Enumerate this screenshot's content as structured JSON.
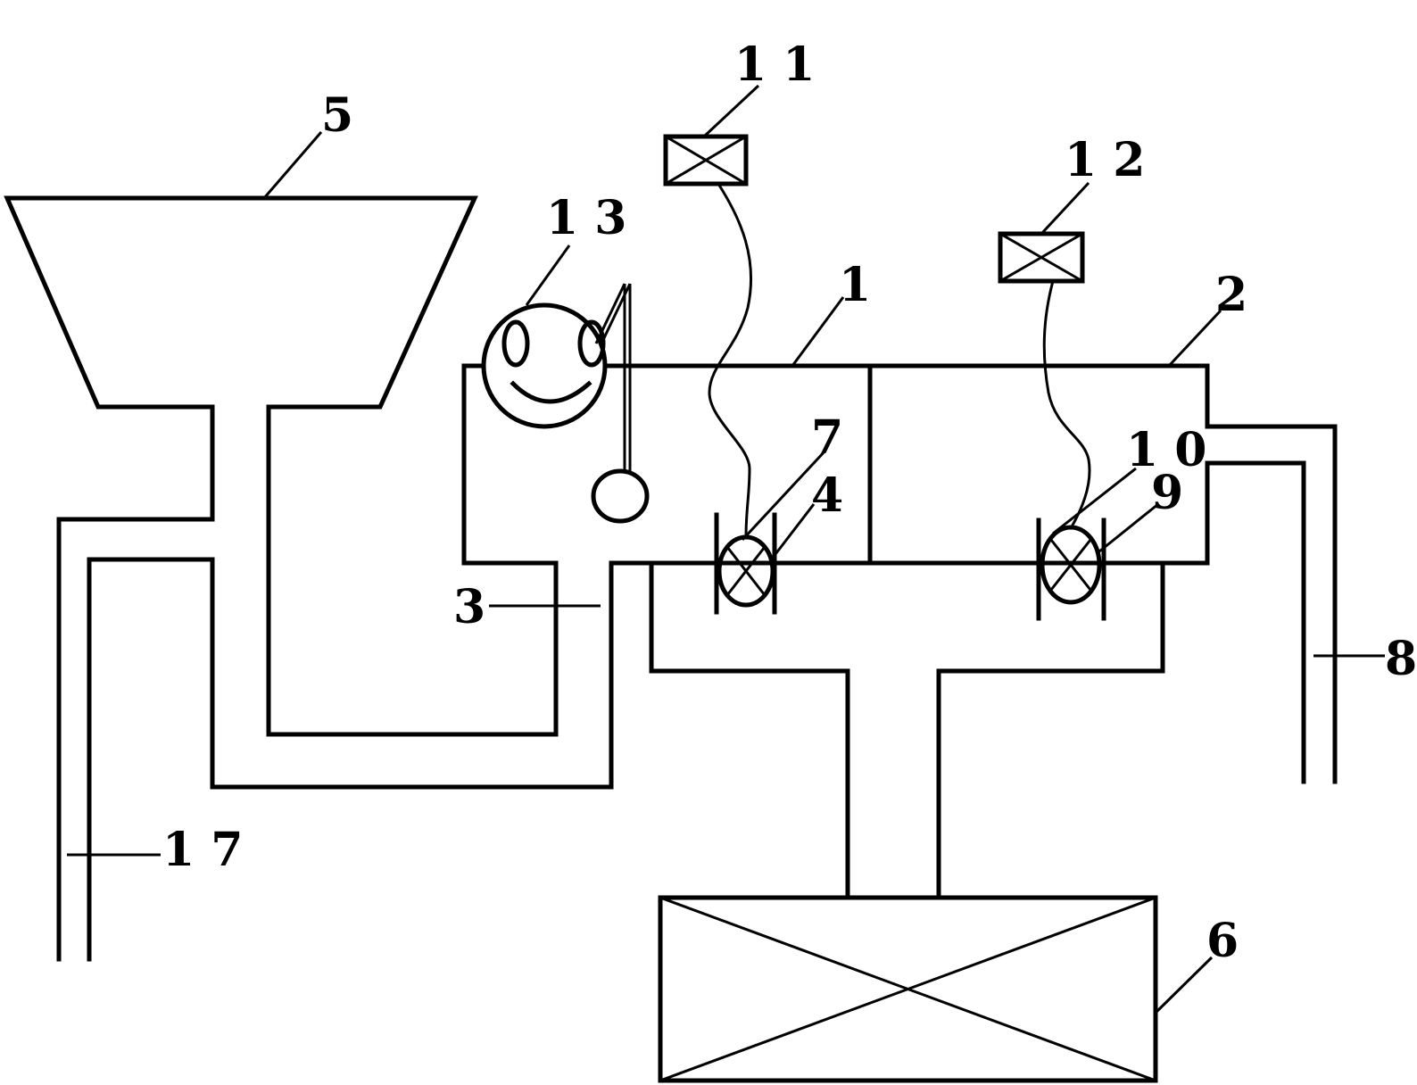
{
  "labels": {
    "l1": "1",
    "l2": "2",
    "l3": "3",
    "l4": "4",
    "l5": "5",
    "l6": "6",
    "l7": "7",
    "l8": "8",
    "l9": "9",
    "l10": "1 0",
    "l11": "1 1",
    "l12": "1 2",
    "l13": "1 3",
    "l17": "1 7"
  }
}
